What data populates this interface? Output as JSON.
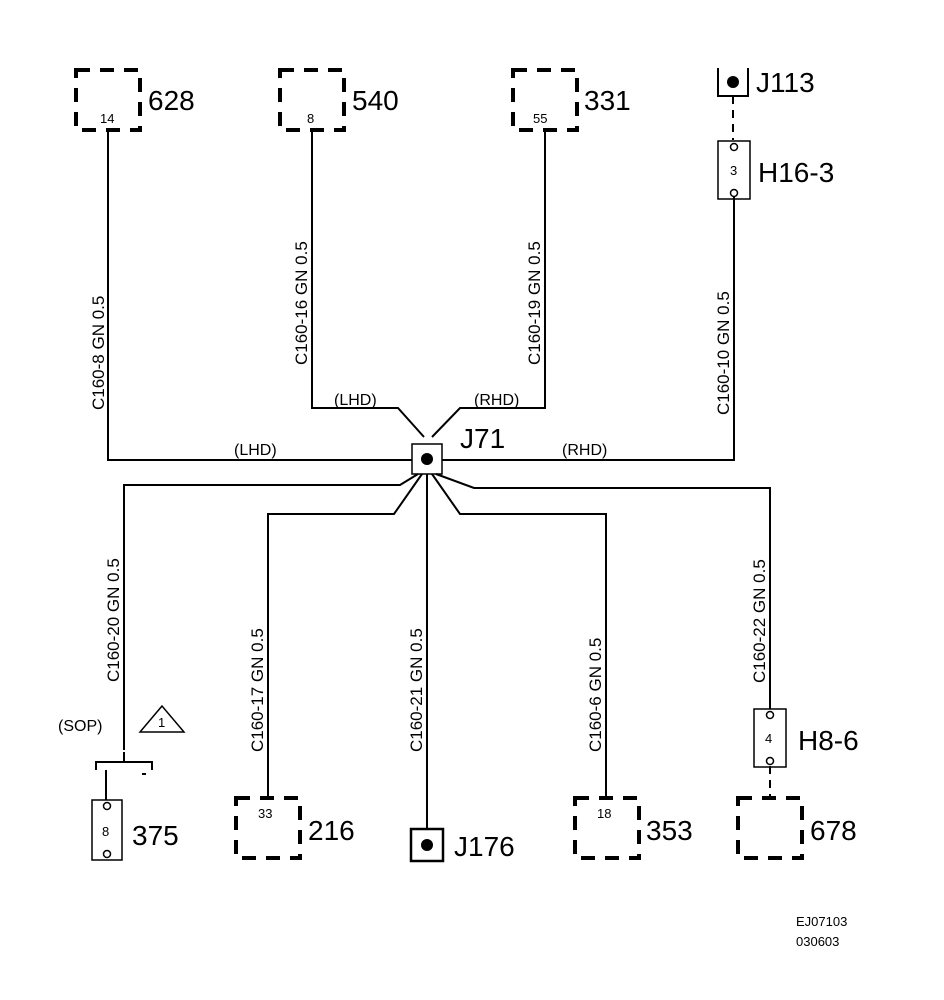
{
  "components": {
    "c628": {
      "name": "628",
      "pin": "14"
    },
    "c540": {
      "name": "540",
      "pin": "8"
    },
    "c331": {
      "name": "331",
      "pin": "55"
    },
    "j113": {
      "name": "J113"
    },
    "h16": {
      "name": "H16-3",
      "pin": "3"
    },
    "j71": {
      "name": "J71"
    },
    "c375": {
      "name": "375",
      "pin": "8"
    },
    "c216": {
      "name": "216",
      "pin": "33"
    },
    "j176": {
      "name": "J176"
    },
    "c353": {
      "name": "353",
      "pin": "18"
    },
    "h8": {
      "name": "H8-6",
      "pin": "4"
    },
    "c678": {
      "name": "678"
    }
  },
  "wires": {
    "w628": "C160-8  GN  0.5",
    "w540": "C160-16  GN  0.5",
    "w331": "C160-19  GN  0.5",
    "w113": "C160-10  GN  0.5",
    "w375": "C160-20  GN  0.5",
    "w216": "C160-17  GN  0.5",
    "w176": "C160-21  GN  0.5",
    "w353": "C160-6  GN  0.5",
    "w678": "C160-22  GN  0.5"
  },
  "variants": {
    "lhd_top": "(LHD)",
    "rhd_top": "(RHD)",
    "lhd_main": "(LHD)",
    "rhd_main": "(RHD)",
    "sop": "(SOP)",
    "note_number": "1"
  },
  "footer": {
    "code": "EJ07103",
    "date": "030603"
  }
}
